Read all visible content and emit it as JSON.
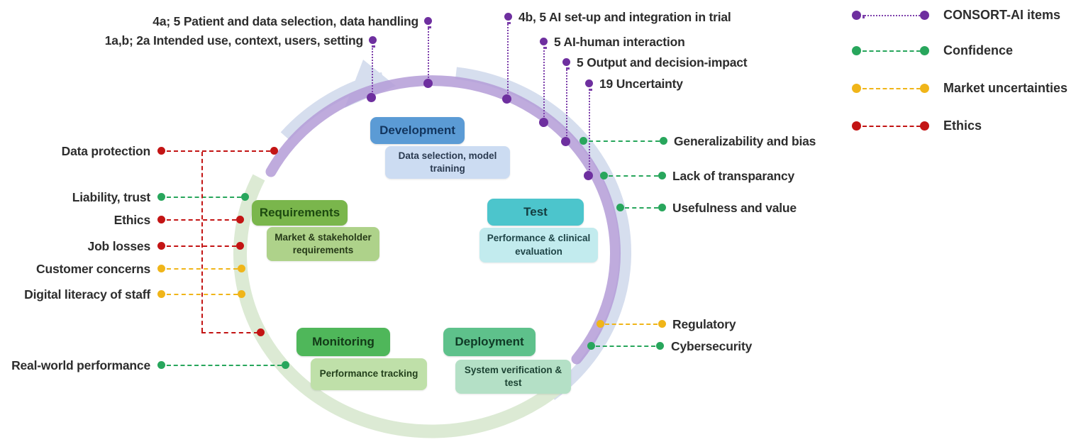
{
  "legend": {
    "items": [
      {
        "id": "consort",
        "label": "CONSORT-AI items",
        "color": "#6e2f9f",
        "line_style": "dotted"
      },
      {
        "id": "confidence",
        "label": "Confidence",
        "color": "#28a65c",
        "line_style": "dashed"
      },
      {
        "id": "market",
        "label": "Market uncertainties",
        "color": "#f0b519",
        "line_style": "dashed"
      },
      {
        "id": "ethics",
        "label": "Ethics",
        "color": "#c31414",
        "line_style": "dashed"
      }
    ]
  },
  "phases": {
    "development": {
      "title": "Development",
      "subtitle": "Data selection, model training"
    },
    "test": {
      "title": "Test",
      "subtitle": "Performance & clinical evaluation"
    },
    "requirements": {
      "title": "Requirements",
      "subtitle": "Market & stakeholder requirements"
    },
    "monitoring": {
      "title": "Monitoring",
      "subtitle": "Performance tracking"
    },
    "deployment": {
      "title": "Deployment",
      "subtitle": "System verification & test"
    }
  },
  "labels": {
    "consort": {
      "patient_data": "4a; 5 Patient and data selection, data handling",
      "intended_use": "1a,b; 2a Intended use, context, users, setting",
      "ai_setup": "4b, 5 AI set-up and integration in trial",
      "ai_human": "5 AI-human interaction",
      "output_impact": "5 Output and decision-impact",
      "uncertainty": "19 Uncertainty"
    },
    "confidence": {
      "liability": "Liability, trust",
      "real_world": "Real-world performance",
      "generalizability": "Generalizability and bias",
      "transparency": "Lack of transparancy",
      "usefulness": "Usefulness and value",
      "cybersecurity": "Cybersecurity"
    },
    "market": {
      "customer_concerns": "Customer concerns",
      "digital_literacy": "Digital literacy of staff",
      "regulatory": "Regulatory"
    },
    "ethics": {
      "data_protection": "Data protection",
      "ethics": "Ethics",
      "job_losses": "Job losses"
    }
  },
  "colors": {
    "consort_dot": "#6e2f9f",
    "confidence_dot": "#28a65c",
    "market_dot": "#f0b519",
    "ethics_dot": "#c31414",
    "ring_purple": "#b49cd7",
    "ring_blue": "#d6deee",
    "ring_green": "#dcead4"
  }
}
